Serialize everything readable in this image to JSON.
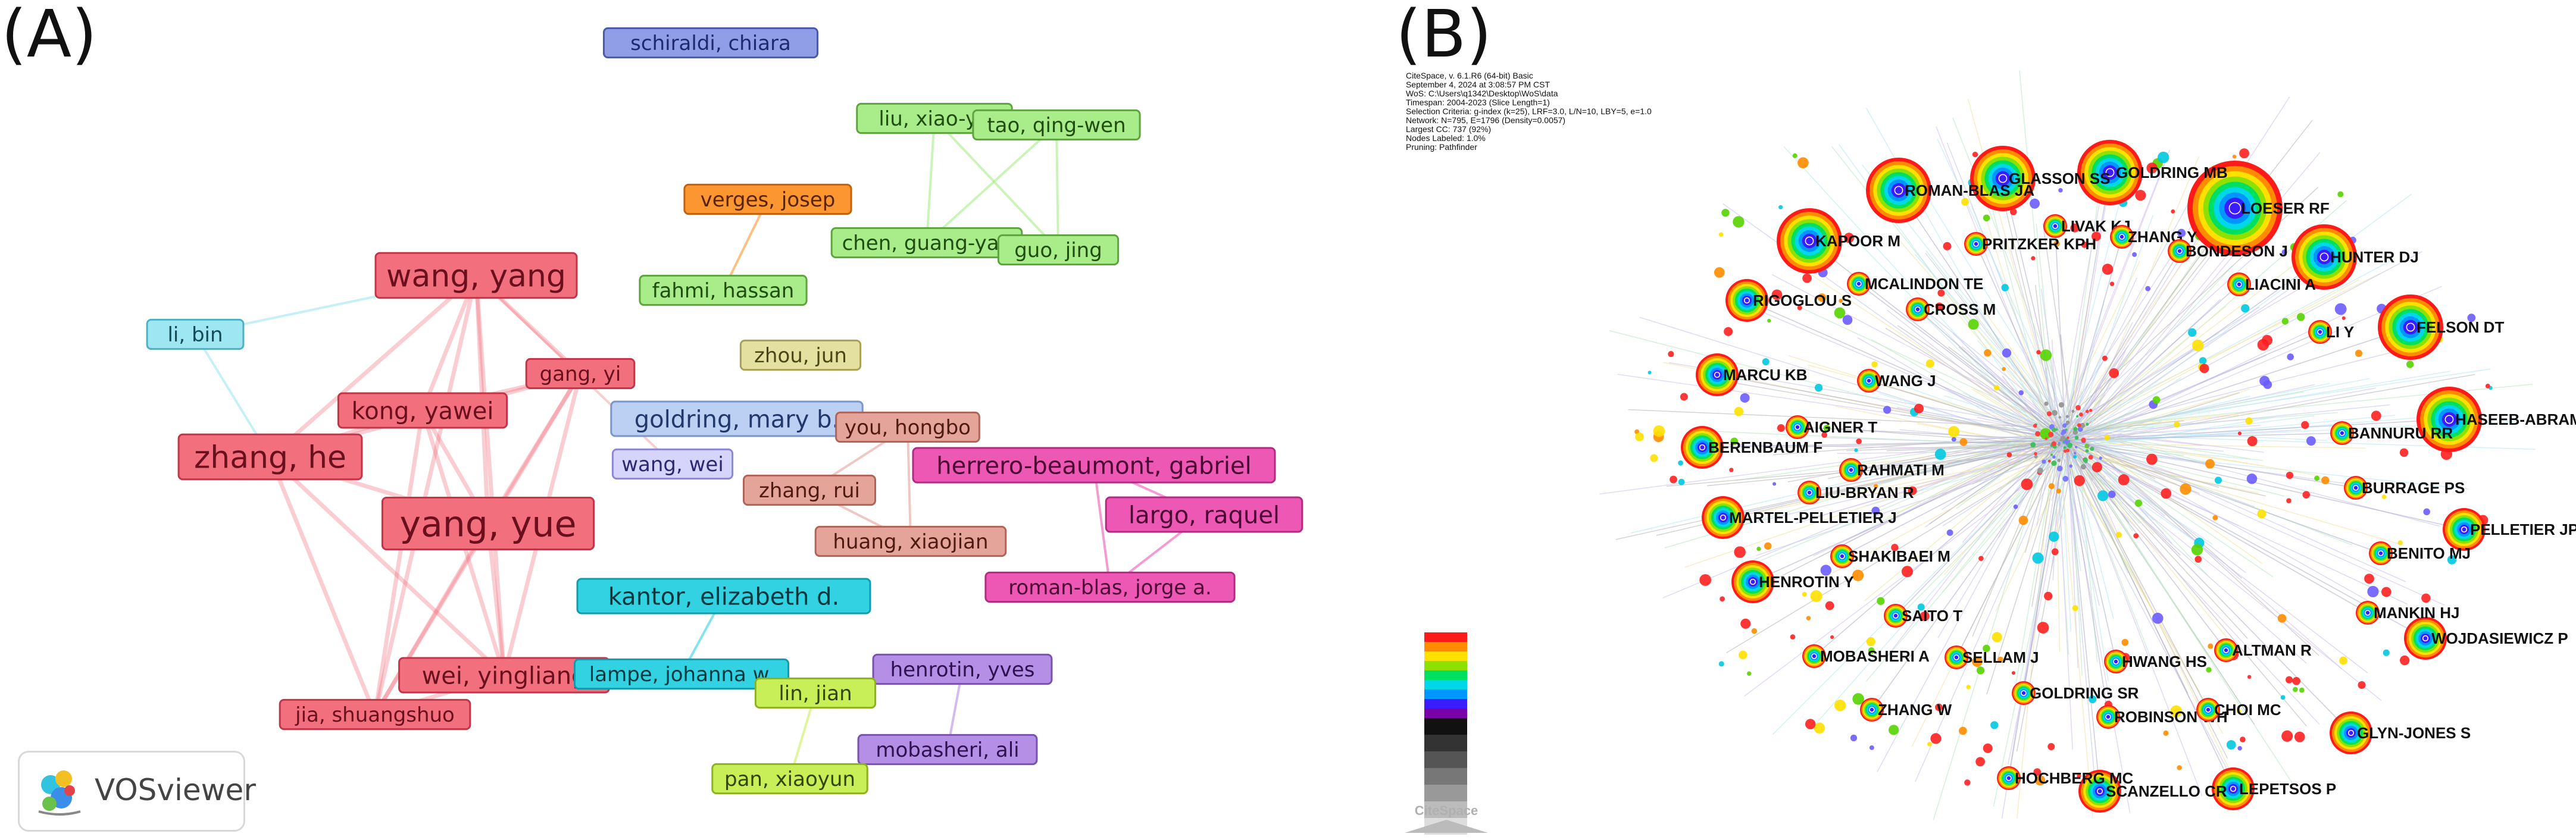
{
  "panels": {
    "a_label": "(A)",
    "b_label": "(B)"
  },
  "vosviewer": {
    "logo_text": "VOSviewer",
    "colors": {
      "red_fill": "#f26f7e",
      "red_border": "#c23448",
      "red_text": "#6a0f1c",
      "blue_fill": "#8f9ee6",
      "blue_border": "#4a5aa8",
      "blue_text": "#1e2a6e",
      "lightgreen_fill": "#a9ec8a",
      "lightgreen_border": "#5ea43e",
      "lightgreen_text": "#1f4d10",
      "orange_fill": "#fb9631",
      "orange_border": "#c3600c",
      "orange_text": "#5a2300",
      "cyan_fill": "#9ee6f2",
      "cyan_border": "#4ab2c4",
      "cyan_text": "#124a55",
      "khaki_fill": "#e4e0a0",
      "khaki_border": "#a7a153",
      "khaki_text": "#4a4515",
      "paleblue_fill": "#bcd0f4",
      "paleblue_border": "#7896cc",
      "paleblue_text": "#22386a",
      "lavender_fill": "#d6d4fa",
      "lavender_border": "#8c88d8",
      "lavender_text": "#2c2870",
      "salmon_fill": "#e4a49a",
      "salmon_border": "#b06458",
      "salmon_text": "#4e1a12",
      "magenta_fill": "#ec58b4",
      "magenta_border": "#b22a82",
      "magenta_text": "#4c0634",
      "turquoise_fill": "#32d2e2",
      "turquoise_border": "#109cac",
      "turquoise_text": "#03383f",
      "lime_fill": "#c8ee58",
      "lime_border": "#8cb21e",
      "lime_text": "#324508",
      "purple_fill": "#b58ee6",
      "purple_border": "#7a52ae",
      "purple_text": "#2e1250"
    },
    "nodes": [
      {
        "id": "schiraldi",
        "label": "schiraldi, chiara",
        "cluster": "blue",
        "size": "s"
      },
      {
        "id": "liuxiaoyu",
        "label": "liu, xiao-yu",
        "cluster": "lightgreen",
        "size": "s"
      },
      {
        "id": "taoqingwen",
        "label": "tao, qing-wen",
        "cluster": "lightgreen",
        "size": "s"
      },
      {
        "id": "verges",
        "label": "verges, josep",
        "cluster": "orange",
        "size": "s"
      },
      {
        "id": "chenguangyao",
        "label": "chen, guang-yao",
        "cluster": "lightgreen",
        "size": "s"
      },
      {
        "id": "guojing",
        "label": "guo, jing",
        "cluster": "lightgreen",
        "size": "s"
      },
      {
        "id": "wangyang",
        "label": "wang, yang",
        "cluster": "red",
        "size": "l"
      },
      {
        "id": "fahmi",
        "label": "fahmi, hassan",
        "cluster": "lightgreen",
        "size": "s"
      },
      {
        "id": "libin",
        "label": "li, bin",
        "cluster": "cyan",
        "size": "s"
      },
      {
        "id": "zhoujun",
        "label": "zhou, jun",
        "cluster": "khaki",
        "size": "s"
      },
      {
        "id": "gangyi",
        "label": "gang, yi",
        "cluster": "red",
        "size": "s"
      },
      {
        "id": "kongyawei",
        "label": "kong, yawei",
        "cluster": "red",
        "size": "m"
      },
      {
        "id": "goldringmary",
        "label": "goldring, mary b.",
        "cluster": "paleblue",
        "size": "m"
      },
      {
        "id": "youhongbo",
        "label": "you, hongbo",
        "cluster": "salmon",
        "size": "s"
      },
      {
        "id": "zhanghe",
        "label": "zhang, he",
        "cluster": "red",
        "size": "l"
      },
      {
        "id": "wangwei",
        "label": "wang, wei",
        "cluster": "lavender",
        "size": "s"
      },
      {
        "id": "herrero",
        "label": "herrero-beaumont, gabriel",
        "cluster": "magenta",
        "size": "m"
      },
      {
        "id": "zhangrui",
        "label": "zhang, rui",
        "cluster": "salmon",
        "size": "s"
      },
      {
        "id": "largo",
        "label": "largo, raquel",
        "cluster": "magenta",
        "size": "m"
      },
      {
        "id": "yangyue",
        "label": "yang, yue",
        "cluster": "red",
        "size": "xl"
      },
      {
        "id": "huangxiaojian",
        "label": "huang, xiaojian",
        "cluster": "salmon",
        "size": "s"
      },
      {
        "id": "romanblas",
        "label": "roman-blas, jorge a.",
        "cluster": "magenta",
        "size": "s"
      },
      {
        "id": "kantor",
        "label": "kantor, elizabeth d.",
        "cluster": "turquoise",
        "size": "m"
      },
      {
        "id": "henrotin",
        "label": "henrotin, yves",
        "cluster": "purple",
        "size": "s"
      },
      {
        "id": "weiyingliang",
        "label": "wei, yingliang",
        "cluster": "red",
        "size": "m"
      },
      {
        "id": "lampe",
        "label": "lampe, johanna w.",
        "cluster": "turquoise",
        "size": "s"
      },
      {
        "id": "linjian",
        "label": "lin, jian",
        "cluster": "lime",
        "size": "s"
      },
      {
        "id": "jia",
        "label": "jia, shuangshuo",
        "cluster": "red",
        "size": "s"
      },
      {
        "id": "mobasheri",
        "label": "mobasheri, ali",
        "cluster": "purple",
        "size": "s"
      },
      {
        "id": "panxiaoyun",
        "label": "pan, xiaoyun",
        "cluster": "lime",
        "size": "s"
      }
    ],
    "links": [
      [
        "wangyang",
        "zhanghe"
      ],
      [
        "wangyang",
        "yangyue"
      ],
      [
        "wangyang",
        "kongyawei"
      ],
      [
        "wangyang",
        "gangyi"
      ],
      [
        "wangyang",
        "weiyingliang"
      ],
      [
        "wangyang",
        "jia"
      ],
      [
        "zhanghe",
        "yangyue"
      ],
      [
        "zhanghe",
        "kongyawei"
      ],
      [
        "zhanghe",
        "weiyingliang"
      ],
      [
        "zhanghe",
        "jia"
      ],
      [
        "zhanghe",
        "gangyi"
      ],
      [
        "yangyue",
        "kongyawei"
      ],
      [
        "yangyue",
        "gangyi"
      ],
      [
        "yangyue",
        "weiyingliang"
      ],
      [
        "yangyue",
        "jia"
      ],
      [
        "kongyawei",
        "gangyi"
      ],
      [
        "kongyawei",
        "weiyingliang"
      ],
      [
        "kongyawei",
        "jia"
      ],
      [
        "weiyingliang",
        "jia"
      ],
      [
        "gangyi",
        "weiyingliang"
      ],
      [
        "libin",
        "wangyang"
      ],
      [
        "libin",
        "zhanghe"
      ],
      [
        "wangyang",
        "wangwei"
      ],
      [
        "gangyi",
        "jia"
      ],
      [
        "liuxiaoyu",
        "taoqingwen"
      ],
      [
        "liuxiaoyu",
        "chenguangyao"
      ],
      [
        "liuxiaoyu",
        "guojing"
      ],
      [
        "taoqingwen",
        "chenguangyao"
      ],
      [
        "taoqingwen",
        "guojing"
      ],
      [
        "chenguangyao",
        "guojing"
      ],
      [
        "verges",
        "fahmi"
      ],
      [
        "youhongbo",
        "zhangrui"
      ],
      [
        "youhongbo",
        "huangxiaojian"
      ],
      [
        "zhangrui",
        "huangxiaojian"
      ],
      [
        "herrero",
        "largo"
      ],
      [
        "herrero",
        "romanblas"
      ],
      [
        "largo",
        "romanblas"
      ],
      [
        "kantor",
        "lampe"
      ],
      [
        "linjian",
        "panxiaoyun"
      ],
      [
        "henrotin",
        "mobasheri"
      ]
    ]
  },
  "citespace": {
    "header_lines": [
      "CiteSpace, v. 6.1.R6 (64-bit) Basic",
      "September 4, 2024 at 3:08:57 PM CST",
      "WoS: C:\\Users\\q1342\\Desktop\\WoS\\data",
      "Timespan: 2004-2023 (Slice Length=1)",
      "Selection Criteria: g-index (k=25), LRF=3.0, L/N=10, LBY=5, e=1.0",
      "Network: N=795, E=1796 (Density=0.0057)",
      "Largest CC: 737 (92%)",
      "Nodes Labeled: 1.0%",
      "Pruning: Pathfinder"
    ],
    "logo_text": "CiteSpace",
    "ring_colors": [
      "#7a00a8",
      "#3a1cff",
      "#0096ff",
      "#00d8e8",
      "#00e060",
      "#8ee000",
      "#ffe000",
      "#ff8c00",
      "#ff1a1a"
    ],
    "gray_ramp": [
      "#111111",
      "#333333",
      "#555555",
      "#777777",
      "#999999",
      "#bbbbbb",
      "#dddddd"
    ],
    "nodes": [
      {
        "id": "LOESER RF",
        "label": "LOESER RF",
        "size": 4
      },
      {
        "id": "GOLDRING MB",
        "label": "GOLDRING MB",
        "size": 3
      },
      {
        "id": "GLASSON SS",
        "label": "GLASSON SS",
        "size": 3
      },
      {
        "id": "ROMAN-BLAS JA",
        "label": "ROMAN-BLAS JA",
        "size": 3
      },
      {
        "id": "KAPOOR M",
        "label": "KAPOOR M",
        "size": 3
      },
      {
        "id": "HUNTER DJ",
        "label": "HUNTER DJ",
        "size": 3
      },
      {
        "id": "FELSON DT",
        "label": "FELSON DT",
        "size": 3
      },
      {
        "id": "HASEEB-ABRAMSON SB",
        "label": "HASEEB-ABRAMSON SB",
        "size": 3
      },
      {
        "id": "PELLETIER JP",
        "label": "PELLETIER JP",
        "size": 2
      },
      {
        "id": "RIGOGLOU S",
        "label": "RIGOGLOU S",
        "size": 2
      },
      {
        "id": "MARCU KB",
        "label": "MARCU KB",
        "size": 2
      },
      {
        "id": "BERENBAUM F",
        "label": "BERENBAUM F",
        "size": 2
      },
      {
        "id": "MARTEL-PELLETIER J",
        "label": "MARTEL-PELLETIER J",
        "size": 2
      },
      {
        "id": "HENROTIN Y",
        "label": "HENROTIN Y",
        "size": 2
      },
      {
        "id": "WOJDASIEWICZ P",
        "label": "WOJDASIEWICZ P",
        "size": 2
      },
      {
        "id": "GLYN-JONES S",
        "label": "GLYN-JONES S",
        "size": 2
      },
      {
        "id": "LEPETSOS P",
        "label": "LEPETSOS P",
        "size": 2
      },
      {
        "id": "SCANZELLO CR",
        "label": "SCANZELLO CR",
        "size": 2
      },
      {
        "id": "ZHANG W",
        "label": "ZHANG W",
        "size": 1
      },
      {
        "id": "MOBASHERI A",
        "label": "MOBASHERI A",
        "size": 1
      },
      {
        "id": "HOCHBERG MC",
        "label": "HOCHBERG MC",
        "size": 1
      },
      {
        "id": "PRITZKER KPH",
        "label": "PRITZKER KPH",
        "size": 1
      },
      {
        "id": "LIVAK KJ",
        "label": "LIVAK KJ",
        "size": 1
      },
      {
        "id": "ZHANG Y",
        "label": "ZHANG Y",
        "size": 1
      },
      {
        "id": "BONDESON J",
        "label": "BONDESON J",
        "size": 1
      },
      {
        "id": "MCALINDON TE",
        "label": "MCALINDON TE",
        "size": 1
      },
      {
        "id": "LIACINI A",
        "label": "LIACINI A",
        "size": 1
      },
      {
        "id": "CROSS M",
        "label": "CROSS M",
        "size": 1
      },
      {
        "id": "LI Y",
        "label": "LI Y",
        "size": 1
      },
      {
        "id": "WANG J",
        "label": "WANG J",
        "size": 1
      },
      {
        "id": "AIGNER T",
        "label": "AIGNER T",
        "size": 1
      },
      {
        "id": "BANNURU RR",
        "label": "BANNURU RR",
        "size": 1
      },
      {
        "id": "RAHMATI M",
        "label": "RAHMATI M",
        "size": 1
      },
      {
        "id": "LIU-BRYAN R",
        "label": "LIU-BRYAN R",
        "size": 1
      },
      {
        "id": "BURRAGE PS",
        "label": "BURRAGE PS",
        "size": 1
      },
      {
        "id": "SHAKIBAEI M",
        "label": "SHAKIBAEI M",
        "size": 1
      },
      {
        "id": "BENITO MJ",
        "label": "BENITO MJ",
        "size": 1
      },
      {
        "id": "MANKIN HJ",
        "label": "MANKIN HJ",
        "size": 1
      },
      {
        "id": "SAITO T",
        "label": "SAITO T",
        "size": 1
      },
      {
        "id": "SELLAM J",
        "label": "SELLAM J",
        "size": 1
      },
      {
        "id": "HWANG HS",
        "label": "HWANG HS",
        "size": 1
      },
      {
        "id": "ALTMAN R",
        "label": "ALTMAN R",
        "size": 1
      },
      {
        "id": "GOLDRING SR",
        "label": "GOLDRING SR",
        "size": 1
      },
      {
        "id": "ROBINSON WH",
        "label": "ROBINSON WH",
        "size": 1
      },
      {
        "id": "CHOI MC",
        "label": "CHOI MC",
        "size": 1
      }
    ]
  }
}
